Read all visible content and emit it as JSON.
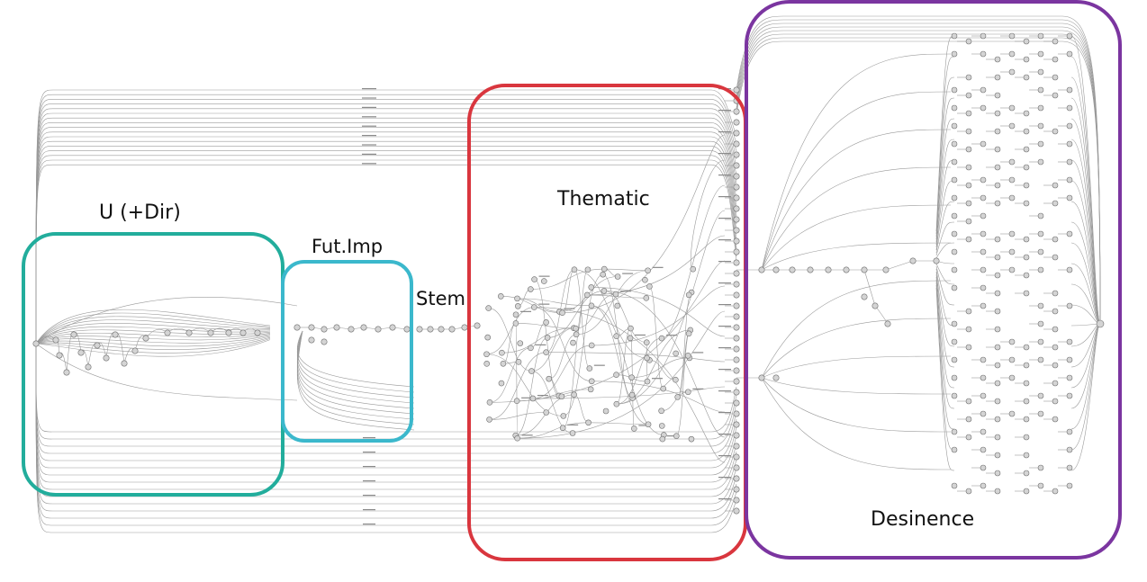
{
  "regions": {
    "u_dir": {
      "label": "U (+Dir)",
      "color": "#22ad9c"
    },
    "fut_imp": {
      "label": "Fut.Imp",
      "color": "#3bb8cc"
    },
    "stem": {
      "label": "Stem"
    },
    "thematic": {
      "label": "Thematic",
      "color": "#d9363e"
    },
    "desinence": {
      "label": "Desinence",
      "color": "#7b35a0"
    }
  },
  "graph": {
    "edge_color": "#9a9a9a",
    "node_fill": "#d4d4d4",
    "node_stroke": "#6f6f6f"
  }
}
